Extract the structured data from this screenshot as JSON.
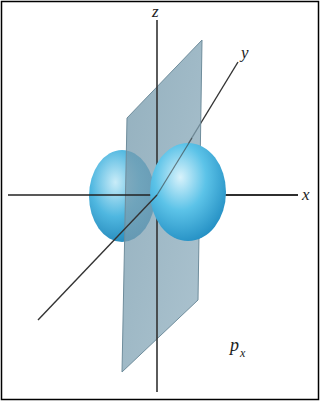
{
  "diagram": {
    "labels": [
      "z",
      "y",
      "x",
      "p",
      "x"
    ]
  }
}
